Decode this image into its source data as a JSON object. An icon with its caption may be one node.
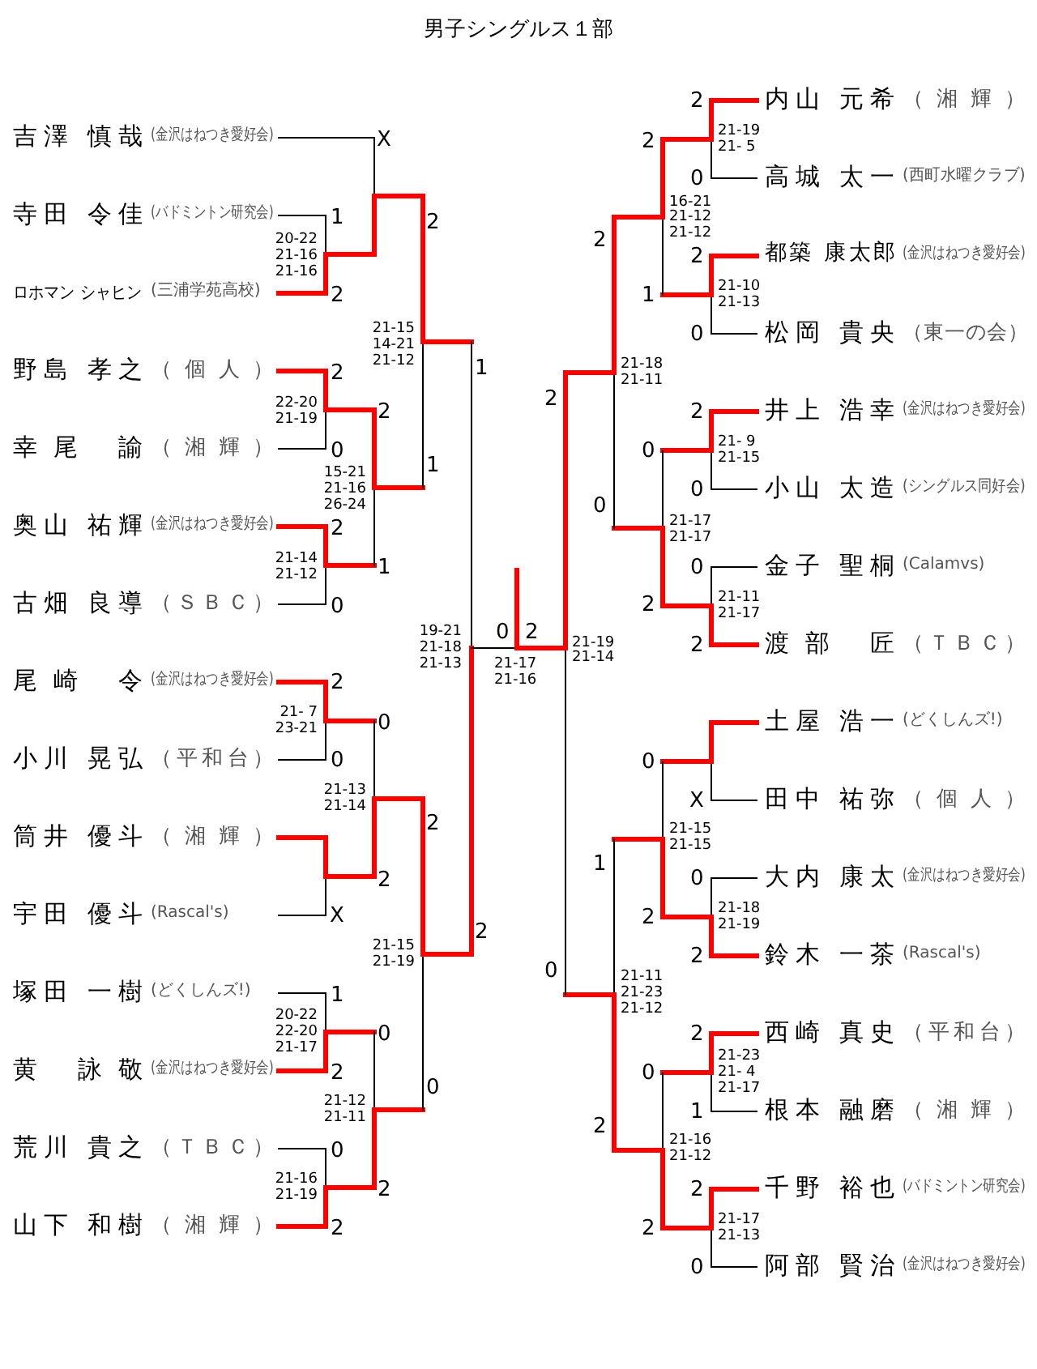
{
  "diagram": {
    "title": "男子シングルス１部",
    "labels": [
      "吉澤 慎哉",
      "(金沢はねつき愛好会)",
      "寺田 令佳",
      "(バドミントン研究会)",
      "ロホマン シャヒン",
      "(三浦学苑高校)",
      "野島 孝之",
      "（個人）",
      "幸尾 諭",
      "（湘輝）",
      "奥山 祐輝",
      "(金沢はねつき愛好会)",
      "古畑 良導",
      "（ＳＢＣ）",
      "尾崎 令",
      "(金沢はねつき愛好会)",
      "小川 晃弘",
      "（平和台）",
      "筒井 優斗",
      "（湘輝）",
      "宇田 優斗",
      "(Rascal's)",
      "塚田 一樹",
      "(どくしんズ!)",
      "黄 詠敬",
      "(金沢はねつき愛好会)",
      "荒川 貴之",
      "（ＴＢＣ）",
      "山下 和樹",
      "（湘輝）",
      "内山 元希",
      "（湘輝）",
      "高城 太一",
      "(西町水曜クラブ)",
      "都築 康太郎",
      "(金沢はねつき愛好会)",
      "松岡 貴央",
      "（東一の会）",
      "井上 浩幸",
      "(金沢はねつき愛好会)",
      "小山 太造",
      "(シングルス同好会)",
      "金子 聖桐",
      "(Calamvs)",
      "渡部 匠",
      "（ＴＢＣ）",
      "土屋 浩一",
      "(どくしんズ!)",
      "田中 祐弥",
      "（個人）",
      "大内 康太",
      "(金沢はねつき愛好会)",
      "鈴木 一茶",
      "(Rascal's)",
      "西崎 真史",
      "（平和台）",
      "根本 融磨",
      "（湘輝）",
      "千野 裕也",
      "(バドミントン研究会)",
      "阿部 賢治",
      "(金沢はねつき愛好会)",
      "1",
      "2",
      "20-22",
      "21-16",
      "21-16",
      "2",
      "0",
      "22-20",
      "21-19",
      "2",
      "0",
      "21-14",
      "21-12",
      "X",
      "2",
      "1",
      "15-21",
      "21-16",
      "26-24",
      "2",
      "1",
      "21-15",
      "14-21",
      "21-12",
      "1",
      "19-21",
      "21-18",
      "21-13",
      "2",
      "0",
      "21- 7",
      "23-21",
      "0",
      "2",
      "21-13",
      "21-14",
      "X",
      "2",
      "0",
      "21-15",
      "21-19",
      "2",
      "1",
      "2",
      "20-22",
      "22-20",
      "21-17",
      "0",
      "2",
      "21-12",
      "21-11",
      "0",
      "2",
      "21-16",
      "21-19",
      "0",
      "2",
      "21-17",
      "21-16",
      "2",
      "0",
      "21-19",
      "21- 5",
      "2",
      "1",
      "16-21",
      "21-12",
      "21-12",
      "2",
      "0",
      "21-10",
      "21-13",
      "2",
      "21-18",
      "21-11",
      "2",
      "2",
      "0",
      "21- 9",
      "21-15",
      "0",
      "2",
      "21-17",
      "21-17",
      "0",
      "0",
      "2",
      "21-11",
      "21-17",
      "21-19",
      "21-14",
      "0",
      "X",
      "21-15",
      "21-15",
      "0",
      "2",
      "21-18",
      "21-19",
      "2",
      "1",
      "0",
      "21-11",
      "21-23",
      "21-12",
      "2",
      "1",
      "21-23",
      "21- 4",
      "21-17",
      "0",
      "2",
      "21-16",
      "21-12",
      "2",
      "2",
      "0",
      "21-17",
      "21-13"
    ]
  }
}
